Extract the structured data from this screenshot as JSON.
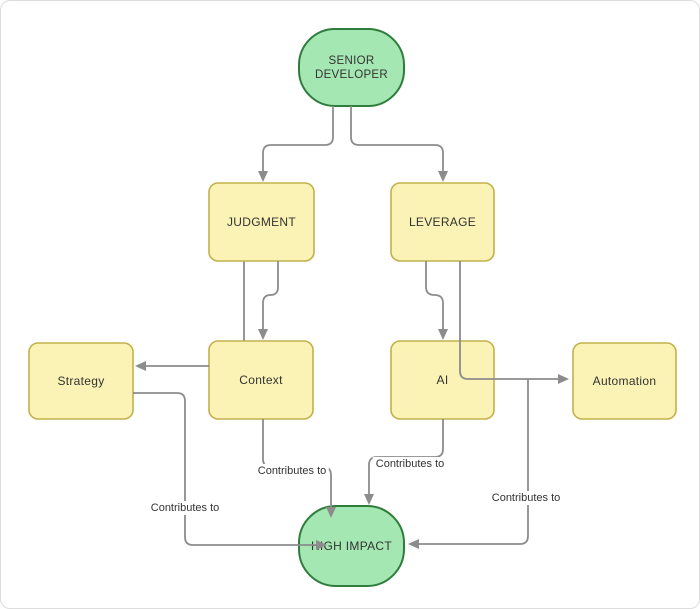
{
  "colors": {
    "background": "#ffffff",
    "canvas_border": "#dddddd",
    "green_fill": "#a5e7b2",
    "green_border": "#2e7d3c",
    "yellow_fill": "#faf3b5",
    "yellow_border": "#c2b14b",
    "connector": "#8c8c8c",
    "text": "#333333"
  },
  "nodes": {
    "senior_developer": {
      "line1": "SENIOR",
      "line2": "DEVELOPER"
    },
    "judgment": {
      "label": "JUDGMENT"
    },
    "leverage": {
      "label": "LEVERAGE"
    },
    "strategy": {
      "label": "Strategy"
    },
    "context": {
      "label": "Context"
    },
    "ai": {
      "label": "AI"
    },
    "automation": {
      "label": "Automation"
    },
    "high_impact": {
      "label": "HIGH IMPACT"
    }
  },
  "edge_labels": {
    "strategy": "Contributes to",
    "context": "Contributes to",
    "ai": "Contributes to",
    "automation": "Contributes to"
  }
}
